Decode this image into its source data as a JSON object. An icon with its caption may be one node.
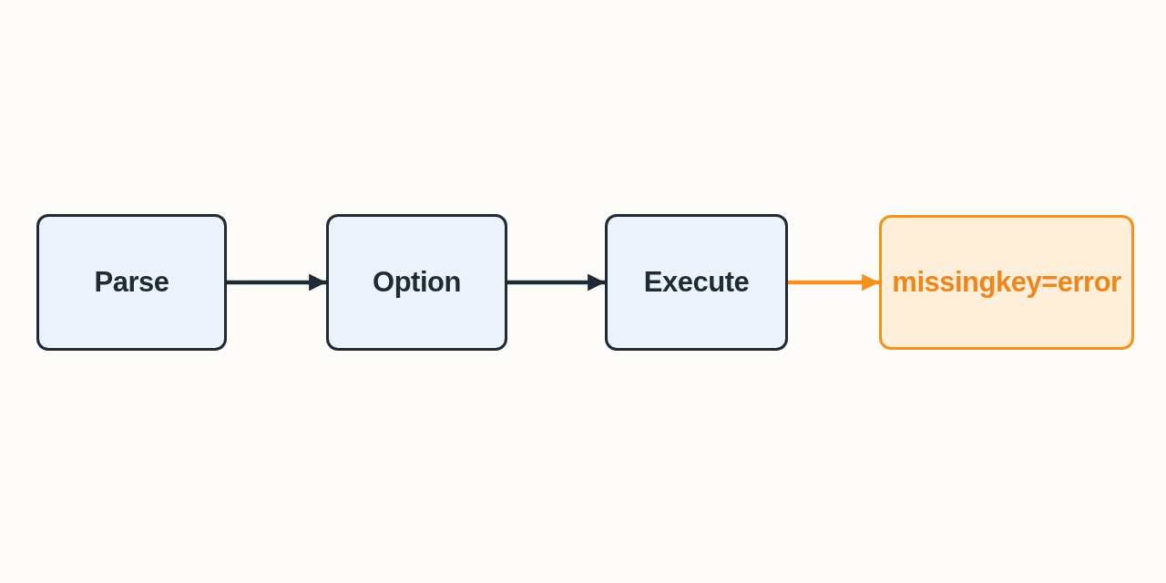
{
  "diagram": {
    "nodes": [
      {
        "text": [
          "Parse"
        ]
      },
      {
        "text": [
          "Option"
        ]
      },
      {
        "text": [
          "Execute"
        ]
      },
      {
        "text": [
          "missingkey=error"
        ]
      }
    ],
    "edges": [
      {
        "from": 0,
        "to": 1,
        "arrow": "to"
      },
      {
        "from": 1,
        "to": 2,
        "arrow": "to"
      },
      {
        "from": 2,
        "to": 3,
        "arrow": "to",
        "color": "#f5921e"
      }
    ]
  }
}
